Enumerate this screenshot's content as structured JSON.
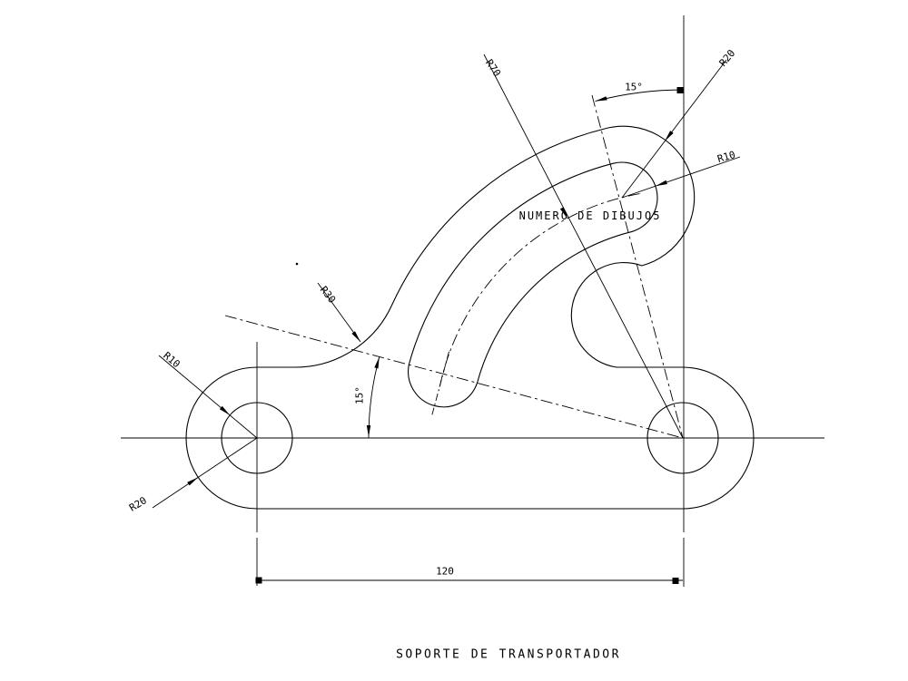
{
  "canvas": {
    "background": "#ffffff",
    "line_color": "#000000"
  },
  "drawing": {
    "title": "SOPORTE DE TRANSPORTADOR",
    "annotation": "NUMERO DE DIBUJO5",
    "labels": {
      "slot_radius": "R70",
      "boss_radius": "R20",
      "slot_end_radius": "R10",
      "fillet_radius": "R30",
      "left_hole_radius": "R10",
      "left_end_radius": "R20",
      "top_angle": "15°",
      "mid_angle": "15°",
      "base_length": "120"
    }
  }
}
